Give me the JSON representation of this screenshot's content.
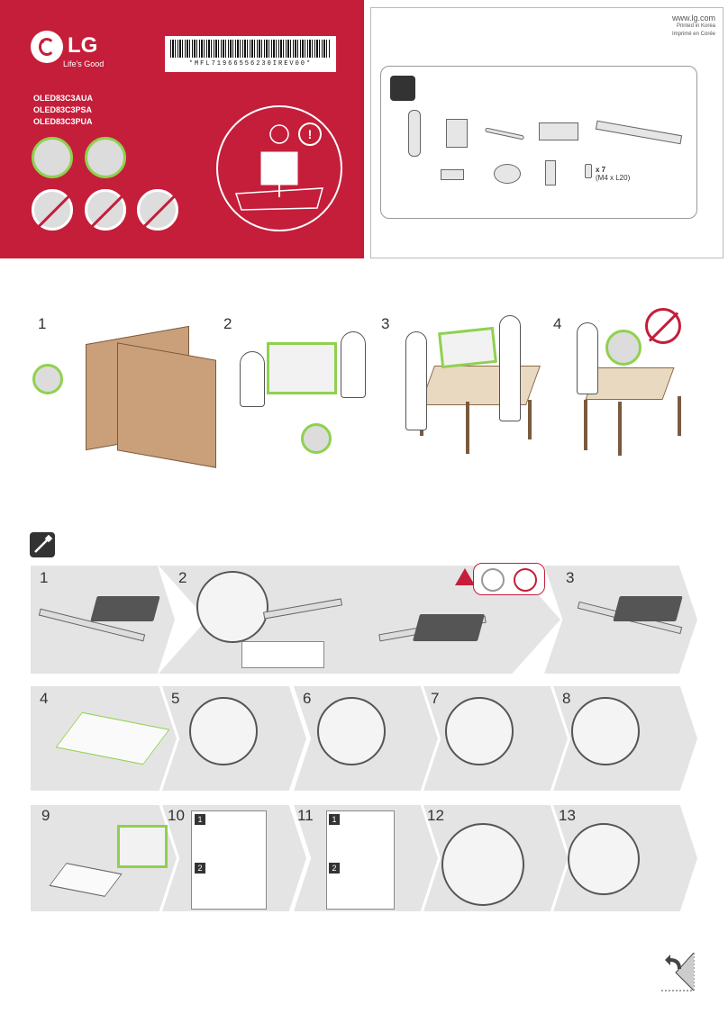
{
  "brand": {
    "name": "LG",
    "tagline": "Life's Good",
    "barcode": "*MFL71966556230IREV00*"
  },
  "models": [
    "OLED83C3AUA",
    "OLED83C3PSA",
    "OLED83C3PUA"
  ],
  "contact": {
    "website": "www.lg.com",
    "printed_en": "Printed in Korea",
    "printed_fr": "Imprimé en Corée"
  },
  "parts": {
    "screws_qty": "x 7",
    "screws_spec": "(M4 x L20)"
  },
  "unpack_steps": [
    "1",
    "2",
    "3",
    "4"
  ],
  "assembly_steps": [
    "1",
    "2",
    "3",
    "4",
    "5",
    "6",
    "7",
    "8",
    "9",
    "10",
    "11",
    "12",
    "13"
  ],
  "sub_steps": [
    "1",
    "2"
  ],
  "colors": {
    "brand_red": "#c41e3a",
    "accent_green": "#8fd14f",
    "band_gray": "#e4e4e4"
  }
}
